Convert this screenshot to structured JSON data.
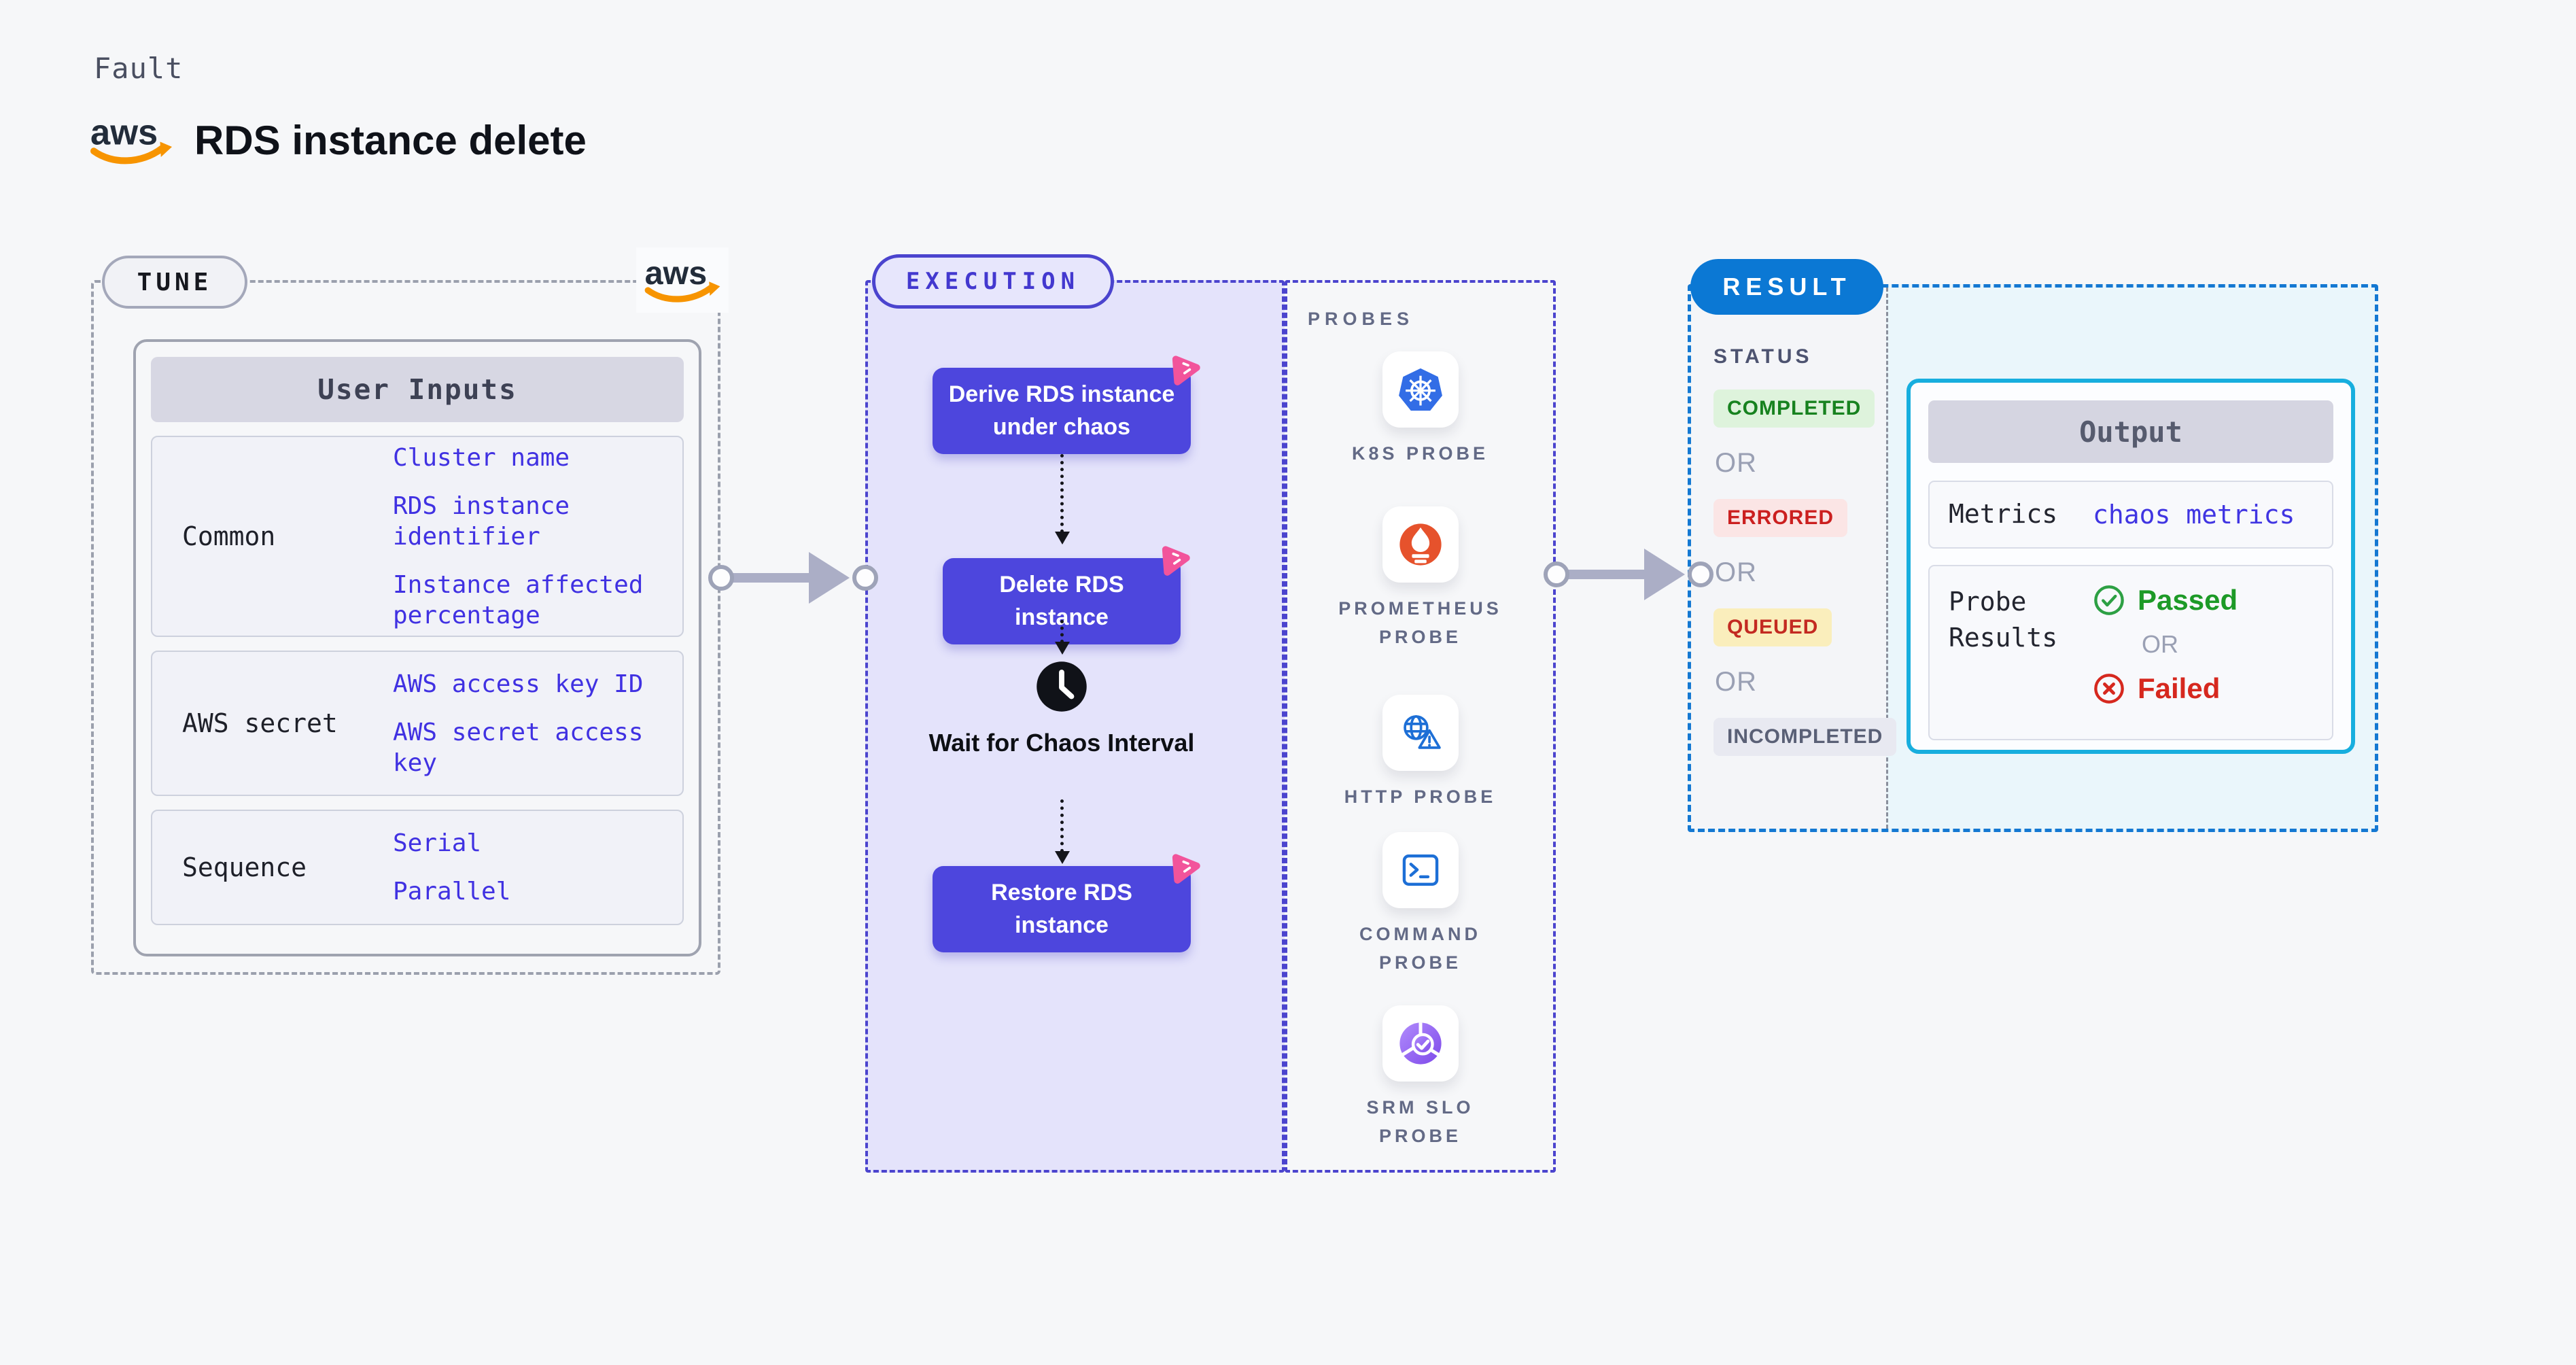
{
  "header": {
    "kicker": "Fault",
    "title": "RDS instance delete"
  },
  "tune": {
    "badge": "TUNE",
    "table": {
      "header": "User Inputs",
      "rows": [
        {
          "label": "Common",
          "values": [
            "Cluster name",
            "RDS instance identifier",
            "Instance affected percentage"
          ]
        },
        {
          "label": "AWS secret",
          "values": [
            "AWS access key ID",
            "AWS secret access key"
          ]
        },
        {
          "label": "Sequence",
          "values": [
            "Serial",
            "Parallel"
          ]
        }
      ]
    }
  },
  "execution": {
    "badge": "EXECUTION",
    "nodes": [
      "Derive RDS instance under chaos",
      "Delete RDS instance"
    ],
    "wait_node": "Wait for Chaos Interval",
    "restore_node": "Restore RDS instance"
  },
  "probes": {
    "label": "PROBES",
    "items": [
      {
        "icon": "kubernetes-icon",
        "label": "K8S PROBE"
      },
      {
        "icon": "prometheus-icon",
        "label": "PROMETHEUS PROBE"
      },
      {
        "icon": "http-icon",
        "label": "HTTP PROBE"
      },
      {
        "icon": "command-icon",
        "label": "COMMAND PROBE"
      },
      {
        "icon": "srm-slo-icon",
        "label": "SRM SLO PROBE"
      }
    ]
  },
  "result": {
    "badge": "RESULT",
    "status_heading": "STATUS",
    "or": "OR",
    "statuses": [
      {
        "label": "COMPLETED",
        "kind": "completed"
      },
      {
        "label": "ERRORED",
        "kind": "errored"
      },
      {
        "label": "QUEUED",
        "kind": "queued"
      },
      {
        "label": "INCOMPLETED",
        "kind": "incompleted"
      }
    ],
    "output": {
      "header": "Output",
      "metrics_label": "Metrics",
      "metrics_value": "chaos metrics",
      "probe_results_label": "Probe Results",
      "passed": "Passed",
      "failed": "Failed"
    }
  },
  "colors": {
    "accent_indigo": "#4b44ce",
    "node_fill": "#4d46dd",
    "execution_bg": "#e4e3fb",
    "result_blue": "#0b78d4",
    "result_bg": "#eaf6fb",
    "output_border": "#17aede",
    "value_blue": "#4031e2",
    "passed_green": "#1d9a27",
    "failed_red": "#d6281e",
    "queued_yellow": "#faeebc",
    "aws_orange": "#f79400",
    "chaos_pink": "#f2549b",
    "arrow_gray": "#abaec6"
  }
}
